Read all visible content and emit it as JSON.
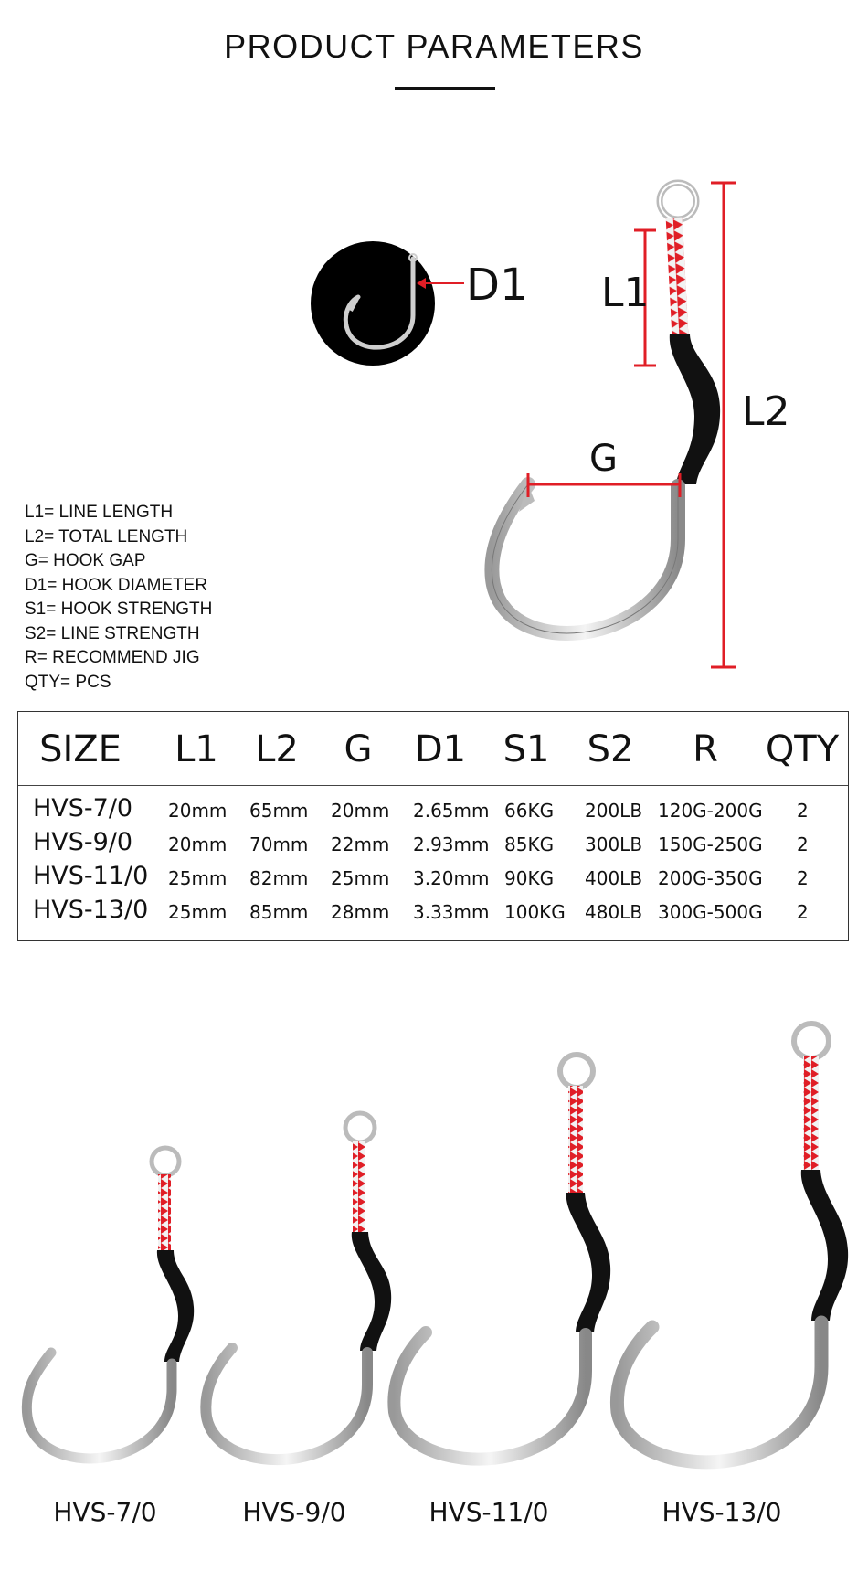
{
  "title": "PRODUCT PARAMETERS",
  "diagram": {
    "label_d1": "D1",
    "label_l1": "L1",
    "label_l2": "L2",
    "label_g": "G",
    "accent_color": "#e01e26"
  },
  "legend": [
    "L1= LINE LENGTH",
    "L2= TOTAL LENGTH",
    "G= HOOK GAP",
    "D1= HOOK DIAMETER",
    "S1= HOOK STRENGTH",
    "S2= LINE STRENGTH",
    "R= RECOMMEND JIG",
    "QTY= PCS"
  ],
  "table": {
    "headers": [
      "SIZE",
      "L1",
      "L2",
      "G",
      "D1",
      "S1",
      "S2",
      "R",
      "QTY"
    ],
    "rows": [
      [
        "HVS-7/0",
        "20mm",
        "65mm",
        "20mm",
        "2.65mm",
        "66KG",
        "200LB",
        "120G-200G",
        "2"
      ],
      [
        "HVS-9/0",
        "20mm",
        "70mm",
        "22mm",
        "2.93mm",
        "85KG",
        "300LB",
        "150G-250G",
        "2"
      ],
      [
        "HVS-11/0",
        "25mm",
        "82mm",
        "25mm",
        "3.20mm",
        "90KG",
        "400LB",
        "200G-350G",
        "2"
      ],
      [
        "HVS-13/0",
        "25mm",
        "85mm",
        "28mm",
        "3.33mm",
        "100KG",
        "480LB",
        "300G-500G",
        "2"
      ]
    ]
  },
  "captions": [
    "HVS-7/0",
    "HVS-9/0",
    "HVS-11/0",
    "HVS-13/0"
  ]
}
